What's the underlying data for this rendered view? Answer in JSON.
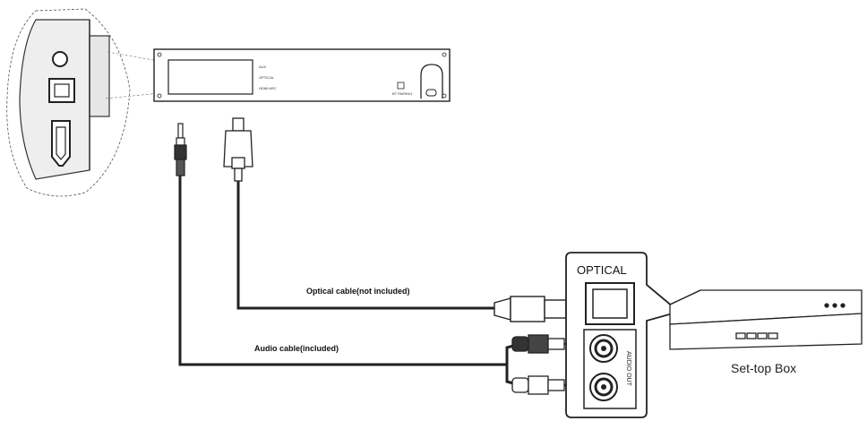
{
  "labels": {
    "optical_cable": "Optical cable(not included)",
    "audio_cable": "Audio cable(included)",
    "optical_port": "OPTICAL",
    "settop_box": "Set-top Box",
    "audio_out": "AUDIO OUT"
  },
  "soundbar_panel": {
    "marks": [
      "AUX",
      "OPTICAL",
      "HDMI ARC"
    ],
    "footer": "BT PAIRING"
  },
  "colors": {
    "line": "#111111",
    "device_fill": "#ffffff",
    "panel_fill": "#efefef",
    "cable": "#222222"
  }
}
